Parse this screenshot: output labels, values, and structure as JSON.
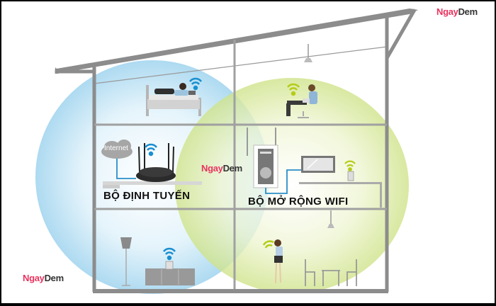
{
  "diagram": {
    "type": "wifi-coverage-house",
    "labels": {
      "router": "BỘ ĐỊNH TUYẾN",
      "extender": "BỘ MỞ RỘNG WIFI",
      "internet": "Internet"
    },
    "watermark": {
      "part1": "Ngay",
      "part2": "Dem"
    },
    "colors": {
      "router_coverage": "#bfe3f5",
      "extender_coverage": "#dcebb0",
      "wall": "#8c8c8c",
      "brand_red": "#e8335f",
      "wifi_blue": "#1a8fd0",
      "wifi_green": "#b5cc18"
    },
    "rooms": [
      {
        "id": "bedroom",
        "device": "laptop",
        "signal": "blue"
      },
      {
        "id": "study",
        "device": "laptop",
        "signal": "green"
      },
      {
        "id": "router-room",
        "device": "router",
        "signal": "blue"
      },
      {
        "id": "tv-room",
        "device": "extender+tv",
        "signal": "green"
      },
      {
        "id": "living-room",
        "device": "tablet",
        "signal": "blue"
      },
      {
        "id": "dining-room",
        "device": "phone",
        "signal": "green"
      }
    ]
  }
}
